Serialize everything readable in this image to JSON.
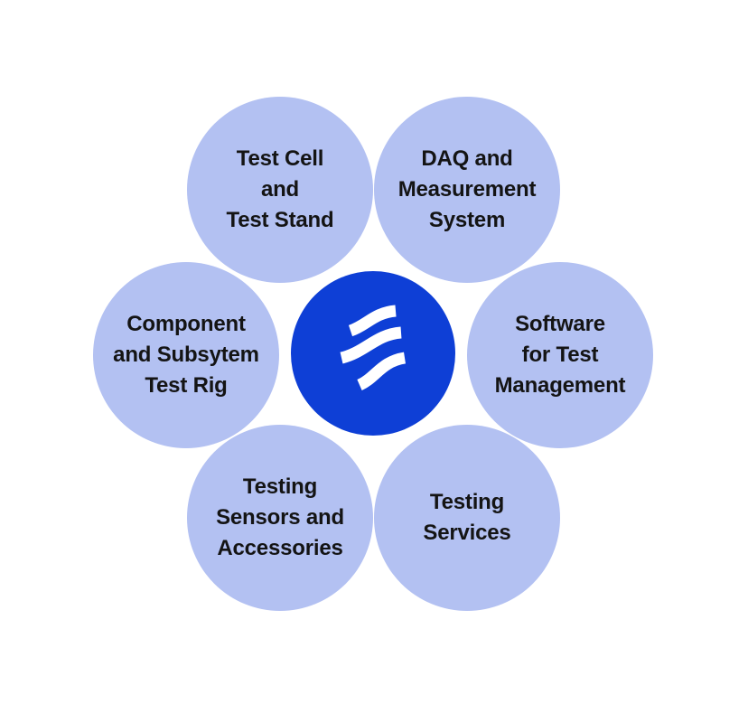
{
  "colors": {
    "bubble": "#b3c1f2",
    "hub": "#0e3fd6",
    "text": "#141414",
    "logo_mark": "#ffffff"
  },
  "hub": {
    "icon": "waves-logo-icon"
  },
  "bubbles": {
    "test_cell": {
      "lines": [
        "Test Cell",
        "and",
        "Test Stand"
      ]
    },
    "daq": {
      "lines": [
        "DAQ and",
        "Measurement",
        "System"
      ]
    },
    "component": {
      "lines": [
        "Component",
        "and Subsytem",
        "Test Rig"
      ]
    },
    "software": {
      "lines": [
        "Software",
        "for Test",
        "Management"
      ]
    },
    "sensors": {
      "lines": [
        "Testing",
        "Sensors and",
        "Accessories"
      ]
    },
    "services": {
      "lines": [
        "Testing",
        "Services"
      ]
    }
  }
}
